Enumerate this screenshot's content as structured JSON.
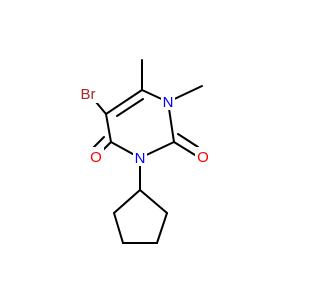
{
  "molecule": {
    "atoms": {
      "br": {
        "label": "Br",
        "color": "#a52a2a"
      },
      "n1": {
        "label": "N",
        "color": "#0000ff"
      },
      "n3": {
        "label": "N",
        "color": "#0000ff"
      },
      "o2": {
        "label": "O",
        "color": "#ff0000"
      },
      "o4": {
        "label": "O",
        "color": "#ff0000"
      }
    }
  }
}
